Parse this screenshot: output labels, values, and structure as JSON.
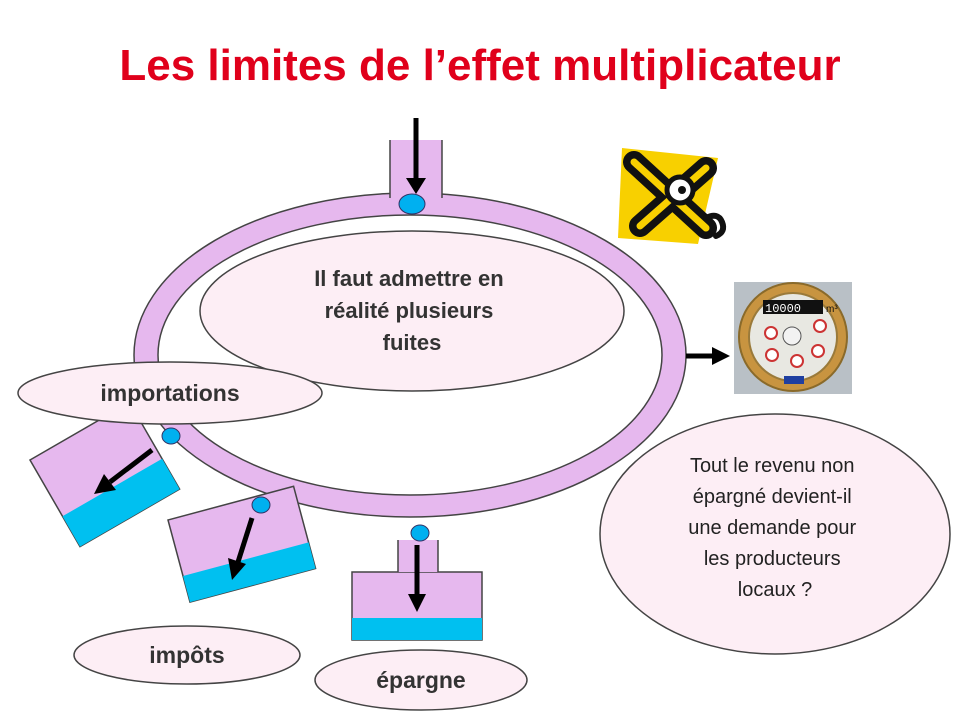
{
  "title": "Les limites de l’effet multiplicateur",
  "center_bubble": {
    "lines": [
      "Il faut admettre en",
      "réalité plusieurs",
      "fuites"
    ]
  },
  "leaks": {
    "importations": "importations",
    "impots": "impôts",
    "epargne": "épargne"
  },
  "question_bubble": {
    "lines": [
      "Tout le revenu non",
      "épargné devient-il",
      "une demande pour",
      "les producteurs",
      "locaux ?"
    ]
  },
  "meter": {
    "reading": "10000",
    "unit": "m³"
  },
  "colors": {
    "title": "#e0001b",
    "pipe": "#e6b8ee",
    "bubble": "#fdeef5",
    "water": "#00c0f0",
    "valve": "#00b0f0",
    "sign_yellow": "#f8d000"
  }
}
